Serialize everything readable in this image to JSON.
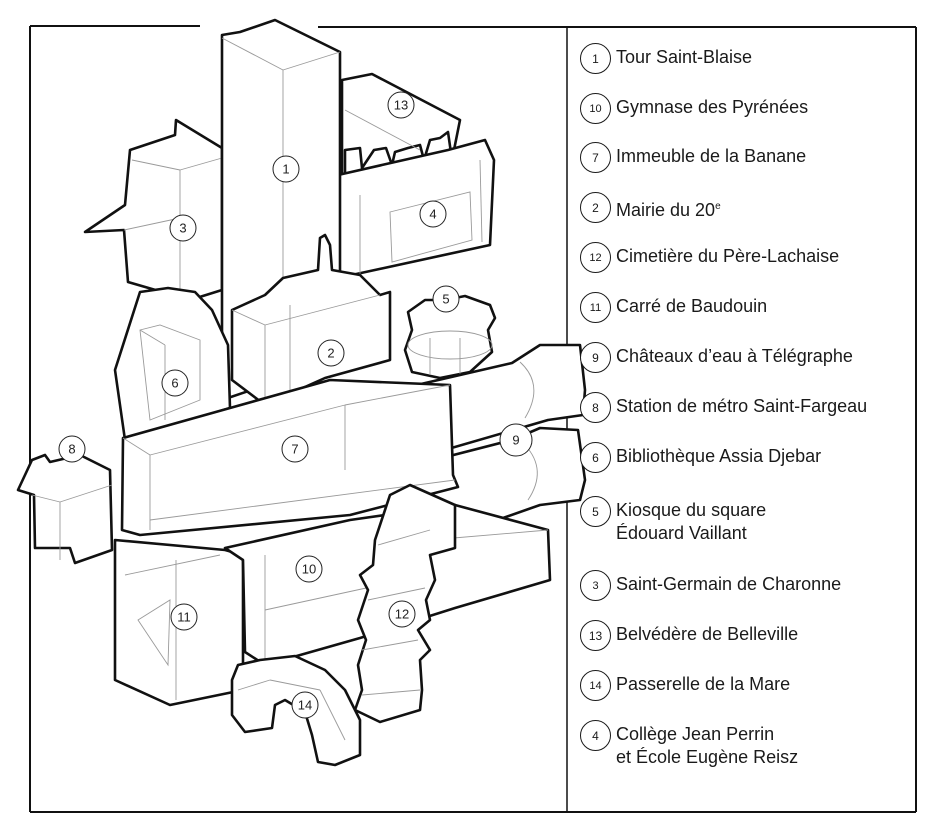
{
  "legend": {
    "items": [
      {
        "number": "1",
        "name": "Tour Saint-Blaise"
      },
      {
        "number": "10",
        "name": "Gymnase des Pyrénées"
      },
      {
        "number": "7",
        "name": "Immeuble de la Banane"
      },
      {
        "number": "2",
        "name": "Mairie du 20",
        "superscript": "e"
      },
      {
        "number": "12",
        "name": "Cimetière du Père-Lachaise"
      },
      {
        "number": "11",
        "name": "Carré de Baudouin"
      },
      {
        "number": "9",
        "name": "Châteaux d’eau à Télégraphe"
      },
      {
        "number": "8",
        "name": "Station de métro Saint-Fargeau"
      },
      {
        "number": "6",
        "name": "Bibliothèque Assia Djebar"
      },
      {
        "number": "5",
        "name": "Kiosque du square\nÉdouard Vaillant"
      },
      {
        "number": "3",
        "name": "Saint-Germain de Charonne"
      },
      {
        "number": "13",
        "name": "Belvédère de Belleville"
      },
      {
        "number": "14",
        "name": "Passerelle de la Mare"
      },
      {
        "number": "4",
        "name": "Collège Jean Perrin\net École Eugène Reisz"
      }
    ]
  },
  "illustration": {
    "building_labels": [
      "1",
      "13",
      "3",
      "4",
      "5",
      "2",
      "6",
      "8",
      "7",
      "9",
      "10",
      "11",
      "12",
      "14"
    ]
  },
  "colors": {
    "ink": "#111111",
    "hatch": "#9a9a9a",
    "paper": "#ffffff"
  }
}
